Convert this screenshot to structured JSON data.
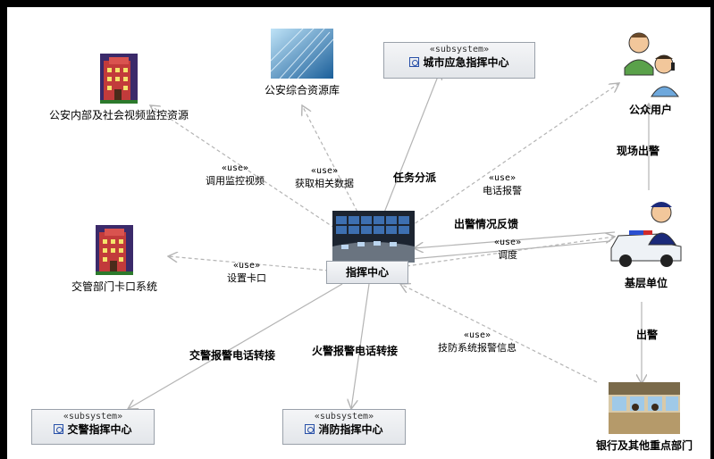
{
  "nodes": {
    "public_security_video": "公安内部及社会视频监控资源",
    "public_security_db": "公安综合资源库",
    "city_emergency": {
      "stereotype": "«subsystem»",
      "name": "城市应急指挥中心"
    },
    "public_users": "公众用户",
    "traffic_checkpoint": "交管部门卡口系统",
    "command_center": "指挥中心",
    "grassroots": "基层单位",
    "traffic_command": {
      "stereotype": "«subsystem»",
      "name": "交警指挥中心"
    },
    "fire_command": {
      "stereotype": "«subsystem»",
      "name": "消防指挥中心"
    },
    "bank": "银行及其他重点部门"
  },
  "edges": {
    "call_video": {
      "stereotype": "«use»",
      "label": "调用监控视频"
    },
    "get_data": {
      "stereotype": "«use»",
      "label": "获取相关数据"
    },
    "task_dispatch": {
      "label": "任务分派"
    },
    "phone_report": {
      "stereotype": "«use»",
      "label": "电话报警"
    },
    "field_dispatch": {
      "label": "现场出警"
    },
    "dispatch_feedback": {
      "label": "出警情况反馈"
    },
    "schedule": {
      "stereotype": "«use»",
      "label": "调度"
    },
    "set_checkpoint": {
      "stereotype": "«use»",
      "label": "设置卡口"
    },
    "traffic_transfer": {
      "label": "交警报警电话转接"
    },
    "fire_transfer": {
      "label": "火警报警电话转接"
    },
    "alarm_info": {
      "stereotype": "«use»",
      "label": "技防系统报警信息"
    },
    "dispatch": {
      "label": "出警"
    }
  },
  "colors": {
    "arrow": "#b4b4b4",
    "background_frame": "#000000",
    "subsystem_icon": "#2850a8"
  }
}
